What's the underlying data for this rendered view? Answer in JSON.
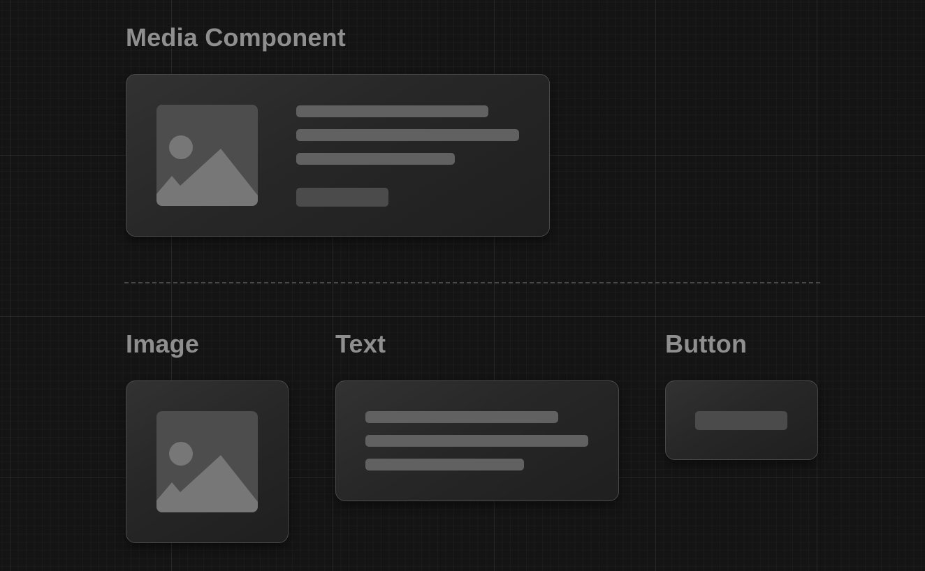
{
  "sections": {
    "media_component": {
      "title": "Media Component"
    },
    "image": {
      "title": "Image"
    },
    "text": {
      "title": "Text"
    },
    "button": {
      "title": "Button"
    }
  },
  "icons": {
    "image_placeholder": "image-placeholder-icon"
  },
  "colors": {
    "background": "#141414",
    "heading": "#8f8f8f",
    "card": "#2a2a2a",
    "card_border": "#4a4a4a",
    "placeholder_line": "#616161",
    "placeholder_button": "#4b4b4b",
    "image_icon": "#777777"
  }
}
